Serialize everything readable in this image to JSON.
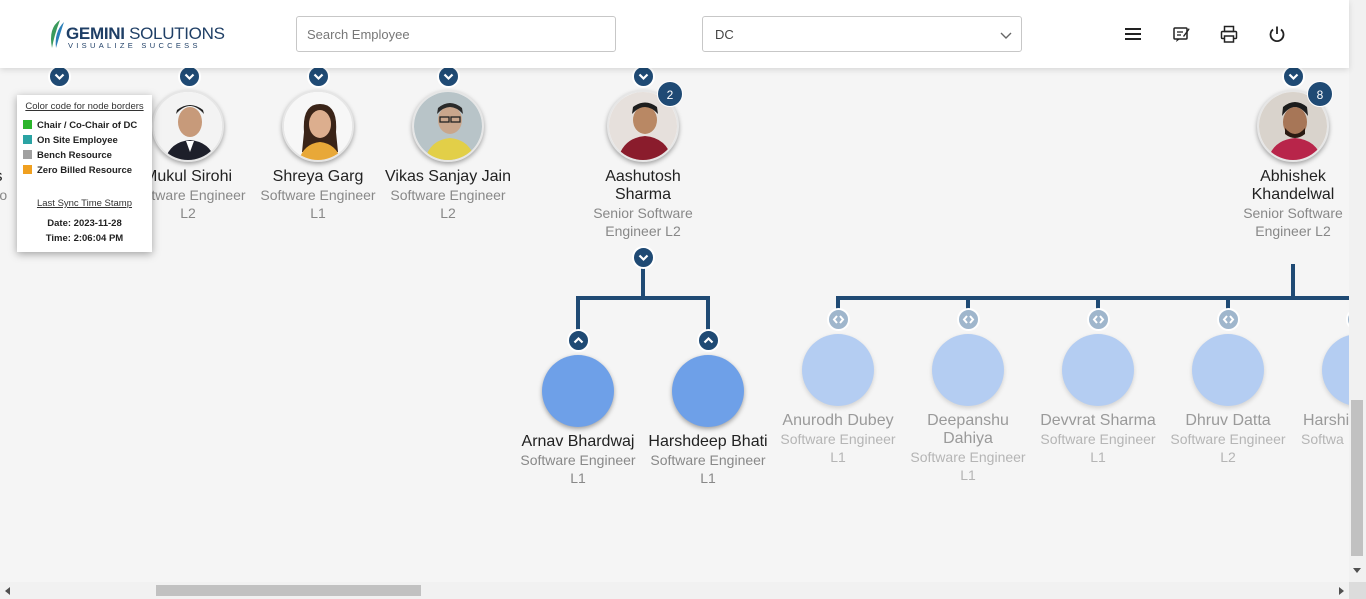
{
  "header": {
    "logo": {
      "name_bold": "GEMINI",
      "name_light": " SOLUTIONS",
      "tagline": "VISUALIZE SUCCESS"
    },
    "search": {
      "placeholder": "Search Employee",
      "value": ""
    },
    "department": {
      "selected": "DC"
    },
    "icons": [
      "menu-icon",
      "feedback-icon",
      "print-icon",
      "power-icon"
    ]
  },
  "legend": {
    "title": "Color code for node borders",
    "items": [
      {
        "label": "Chair / Co-Chair of DC",
        "color": "#2bb52b"
      },
      {
        "label": "On Site Employee",
        "color": "#2aa3a3"
      },
      {
        "label": "Bench Resource",
        "color": "#a0a0a0"
      },
      {
        "label": "Zero Billed Resource",
        "color": "#f0a020"
      }
    ],
    "sync_title": "Last Sync Time Stamp",
    "sync_date": "Date: 2023-11-28",
    "sync_time": "Time: 2:06:04 PM"
  },
  "top_nodes": [
    {
      "name": "Is",
      "role": "So",
      "level": ""
    },
    {
      "name": "Mukul Sirohi",
      "role": "Software Engineer",
      "level": "L2"
    },
    {
      "name": "Shreya Garg",
      "role": "Software Engineer",
      "level": "L1"
    },
    {
      "name": "Vikas Sanjay Jain",
      "role": "Software Engineer",
      "level": "L2"
    },
    {
      "name": "Aashutosh Sharma",
      "role": "Senior Software Engineer L2",
      "level": "",
      "badge": "2"
    },
    {
      "name": "Abhishek Khandelwal",
      "role": "Senior Software Engineer L2",
      "level": "",
      "badge": "8"
    }
  ],
  "child_nodes": [
    {
      "name": "Arnav Bhardwaj",
      "role": "Software Engineer",
      "level": "L1"
    },
    {
      "name": "Harshdeep Bhati",
      "role": "Software Engineer",
      "level": "L1"
    },
    {
      "name": "Anurodh Dubey",
      "role": "Software Engineer",
      "level": "L1"
    },
    {
      "name": "Deepanshu Dahiya",
      "role": "Software Engineer",
      "level": "L1"
    },
    {
      "name": "Devvrat Sharma",
      "role": "Software Engineer",
      "level": "L1"
    },
    {
      "name": "Dhruv Datta",
      "role": "Software Engineer",
      "level": "L2"
    },
    {
      "name": "Harshi",
      "role": "Softwa",
      "level": ""
    }
  ]
}
